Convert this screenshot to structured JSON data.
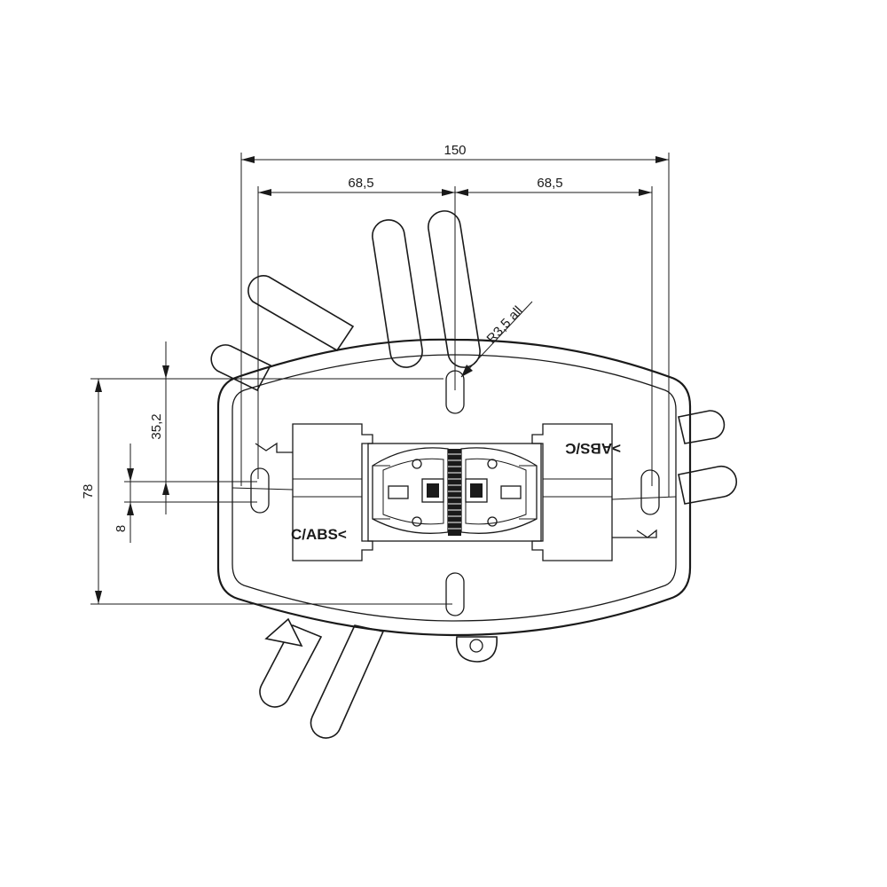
{
  "dimensions": {
    "overall_width": "150",
    "left_hole_spacing": "68,5",
    "right_hole_spacing": "68,5",
    "hole_radius": "R3,5 all",
    "height_35_2": "35,2",
    "overall_height": "78",
    "slot_height": "8"
  },
  "markings": {
    "left": "C/ABS<",
    "right": ">ABS/C"
  }
}
